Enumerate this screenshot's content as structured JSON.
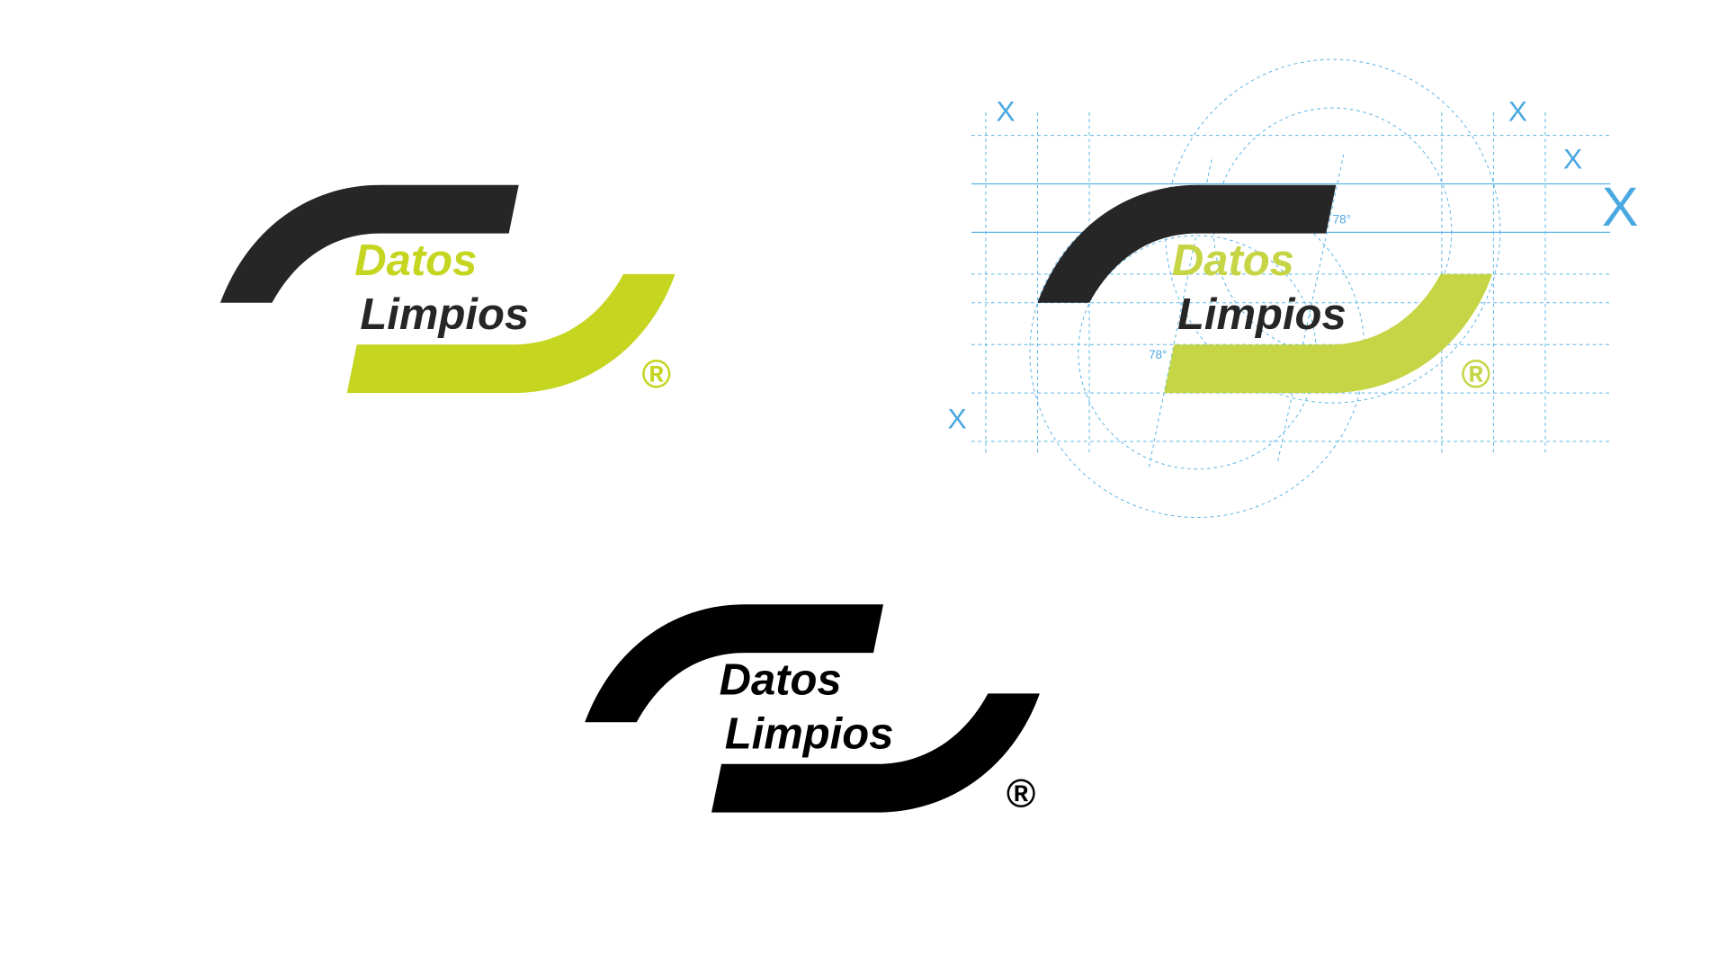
{
  "logo": {
    "line1": "Datos",
    "line2": "Limpios",
    "registered": "®"
  },
  "colors": {
    "dark": "#262626",
    "lime": "#c5d520",
    "lime_guide": "#c6d545",
    "black": "#000000",
    "guide": "#5ab4e5"
  },
  "construction": {
    "unit_label": "X",
    "angle_label": "78°"
  }
}
